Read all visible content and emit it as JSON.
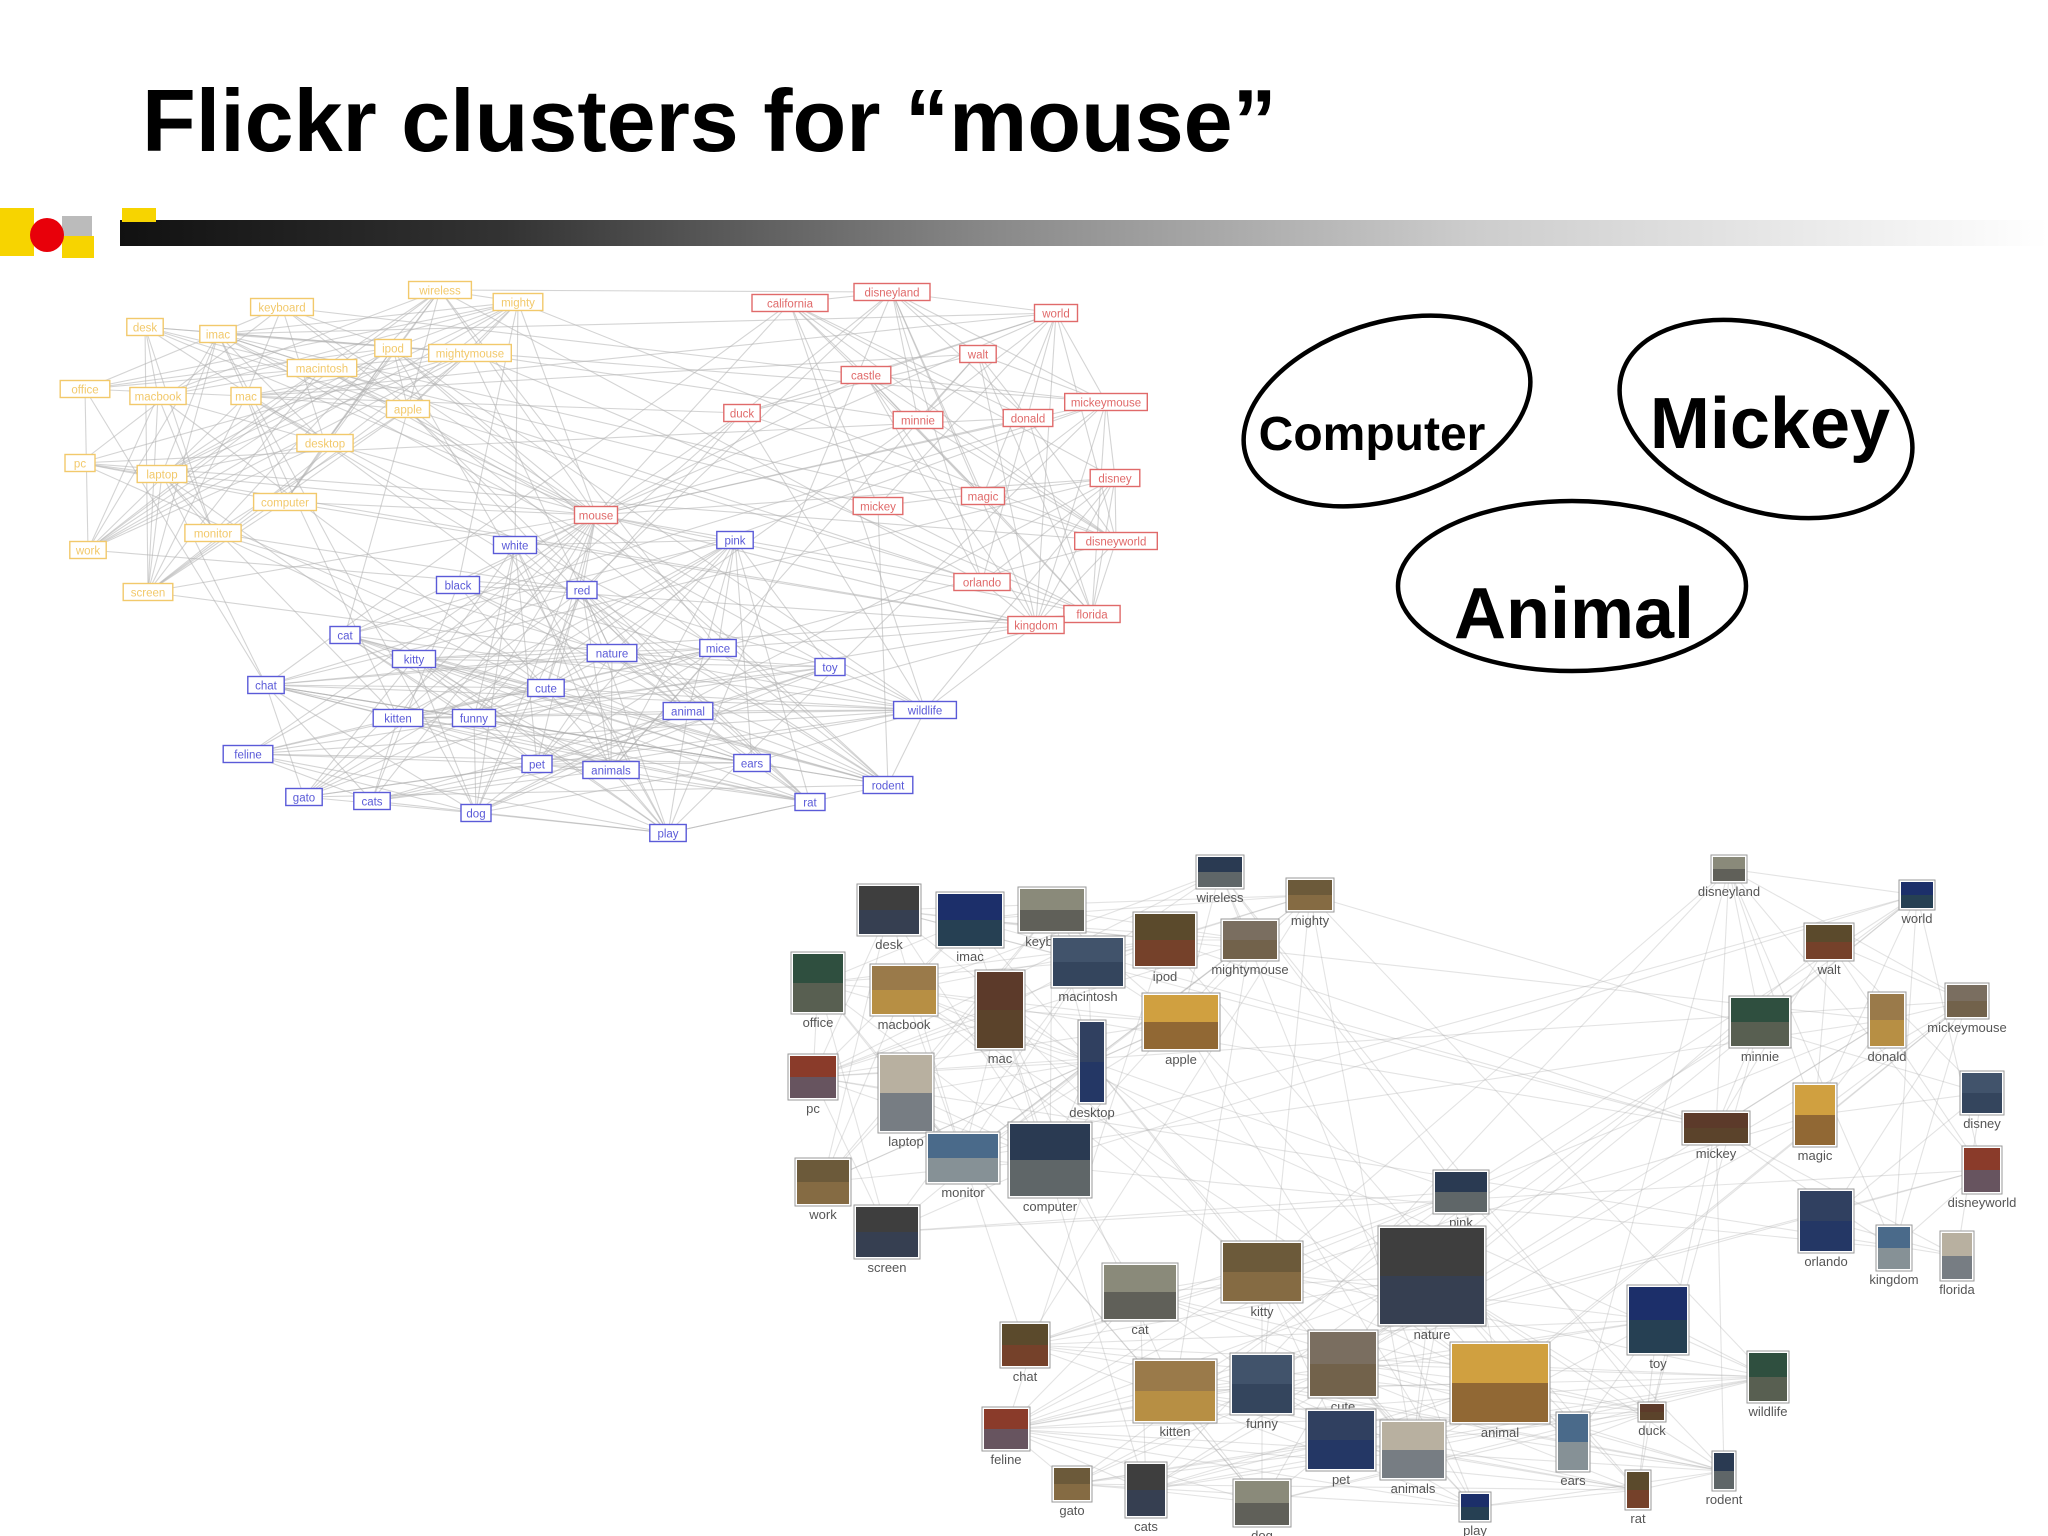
{
  "slide": {
    "title": "Flickr clusters for “mouse”"
  },
  "clusters": {
    "computer": "Computer",
    "mickey": "Mickey",
    "animal": "Animal"
  },
  "colors": {
    "computer_node": "#f2c96b",
    "mickey_node": "#e06a6a",
    "animal_node": "#5a5ad8",
    "edge": "#b0b0b0"
  },
  "keyword_graph": {
    "computer": [
      "wireless",
      "keyboard",
      "mighty",
      "desk",
      "imac",
      "ipod",
      "mightymouse",
      "macintosh",
      "office",
      "macbook",
      "mac",
      "apple",
      "desktop",
      "pc",
      "laptop",
      "computer",
      "monitor",
      "work",
      "screen"
    ],
    "mickey": [
      "california",
      "disneyland",
      "world",
      "walt",
      "castle",
      "duck",
      "minnie",
      "donald",
      "mickeymouse",
      "disney",
      "mickey",
      "magic",
      "disneyworld",
      "orlando",
      "florida",
      "kingdom"
    ],
    "animal": [
      "white",
      "pink",
      "black",
      "red",
      "cat",
      "kitty",
      "nature",
      "mice",
      "toy",
      "chat",
      "cute",
      "kitten",
      "funny",
      "animal",
      "wildlife",
      "feline",
      "pet",
      "animals",
      "ears",
      "rodent",
      "gato",
      "cats",
      "dog",
      "rat",
      "play"
    ],
    "center": "mouse"
  },
  "image_graph": {
    "computer": [
      "wireless",
      "mighty",
      "desk",
      "keyboard",
      "imac",
      "ipod",
      "mightymouse",
      "office",
      "macbook",
      "macintosh",
      "mac",
      "apple",
      "pc",
      "desktop",
      "laptop",
      "monitor",
      "computer",
      "work",
      "screen"
    ],
    "mickey": [
      "disneyland",
      "world",
      "walt",
      "mickeymouse",
      "minnie",
      "donald",
      "disney",
      "mickey",
      "magic",
      "disneyworld",
      "orlando",
      "florida",
      "kingdom"
    ],
    "animal": [
      "pink",
      "kitty",
      "nature",
      "cat",
      "toy",
      "chat",
      "cute",
      "wildlife",
      "kitten",
      "funny",
      "duck",
      "animal",
      "feline",
      "pet",
      "animals",
      "ears",
      "rodent",
      "gato",
      "cats",
      "dog",
      "play",
      "rat"
    ]
  }
}
